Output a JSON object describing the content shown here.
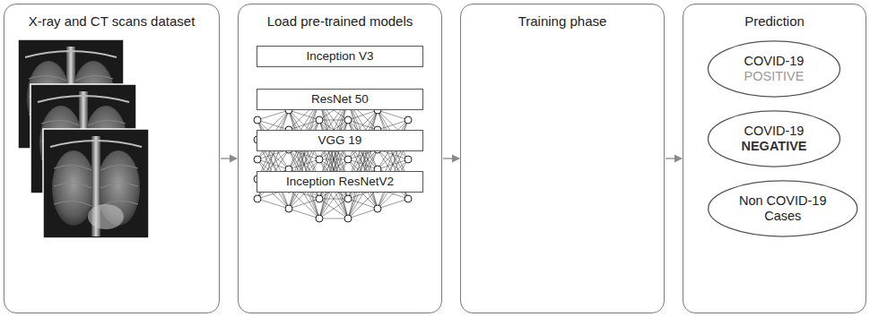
{
  "diagram": {
    "nodes": [
      {
        "text": [
          "X-ray and CT scans dataset"
        ]
      },
      {
        "text": [
          "Load pre-trained models"
        ]
      },
      {
        "text": [
          "Inception V3"
        ],
        "in": 1
      },
      {
        "text": [
          "ResNet 50"
        ],
        "in": 1
      },
      {
        "text": [
          "VGG 19"
        ],
        "in": 1
      },
      {
        "text": [
          "Inception ResNetV2"
        ],
        "in": 1
      },
      {
        "text": [
          "Training phase"
        ]
      },
      {
        "text": [
          "Prediction"
        ]
      },
      {
        "text": [
          "COVID-19",
          "POSITIVE"
        ],
        "in": 7
      },
      {
        "text": [
          "COVID-19",
          "NEGATIVE"
        ],
        "in": 7
      },
      {
        "text": [
          "Non COVID-19 Cases"
        ],
        "in": 7
      }
    ],
    "edges": [
      {
        "from": 0,
        "to": 1,
        "arrow": "to"
      },
      {
        "from": 1,
        "to": 6,
        "arrow": "to"
      },
      {
        "from": 6,
        "to": 7,
        "arrow": "to"
      }
    ]
  }
}
